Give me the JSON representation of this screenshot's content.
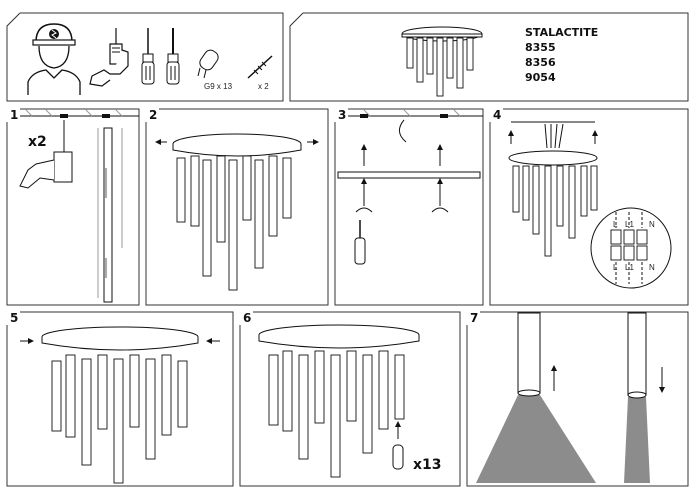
{
  "product": {
    "name": "STALACTITE",
    "codes": [
      "8355",
      "8356",
      "9054"
    ]
  },
  "tools": {
    "bulb_label": "G9 x 13",
    "screw_label": "x 2"
  },
  "steps": [
    {
      "number": "1",
      "note": "x2"
    },
    {
      "number": "2"
    },
    {
      "number": "3"
    },
    {
      "number": "4",
      "wiring_top": [
        "L",
        "L1",
        "N"
      ],
      "wiring_bottom": [
        "L",
        "L1",
        "N"
      ]
    },
    {
      "number": "5"
    },
    {
      "number": "6",
      "note": "x13"
    },
    {
      "number": "7"
    }
  ],
  "colors": {
    "line": "#1a1a1a",
    "light_beam": "#8c8c8c",
    "panel_border": "#333333"
  }
}
